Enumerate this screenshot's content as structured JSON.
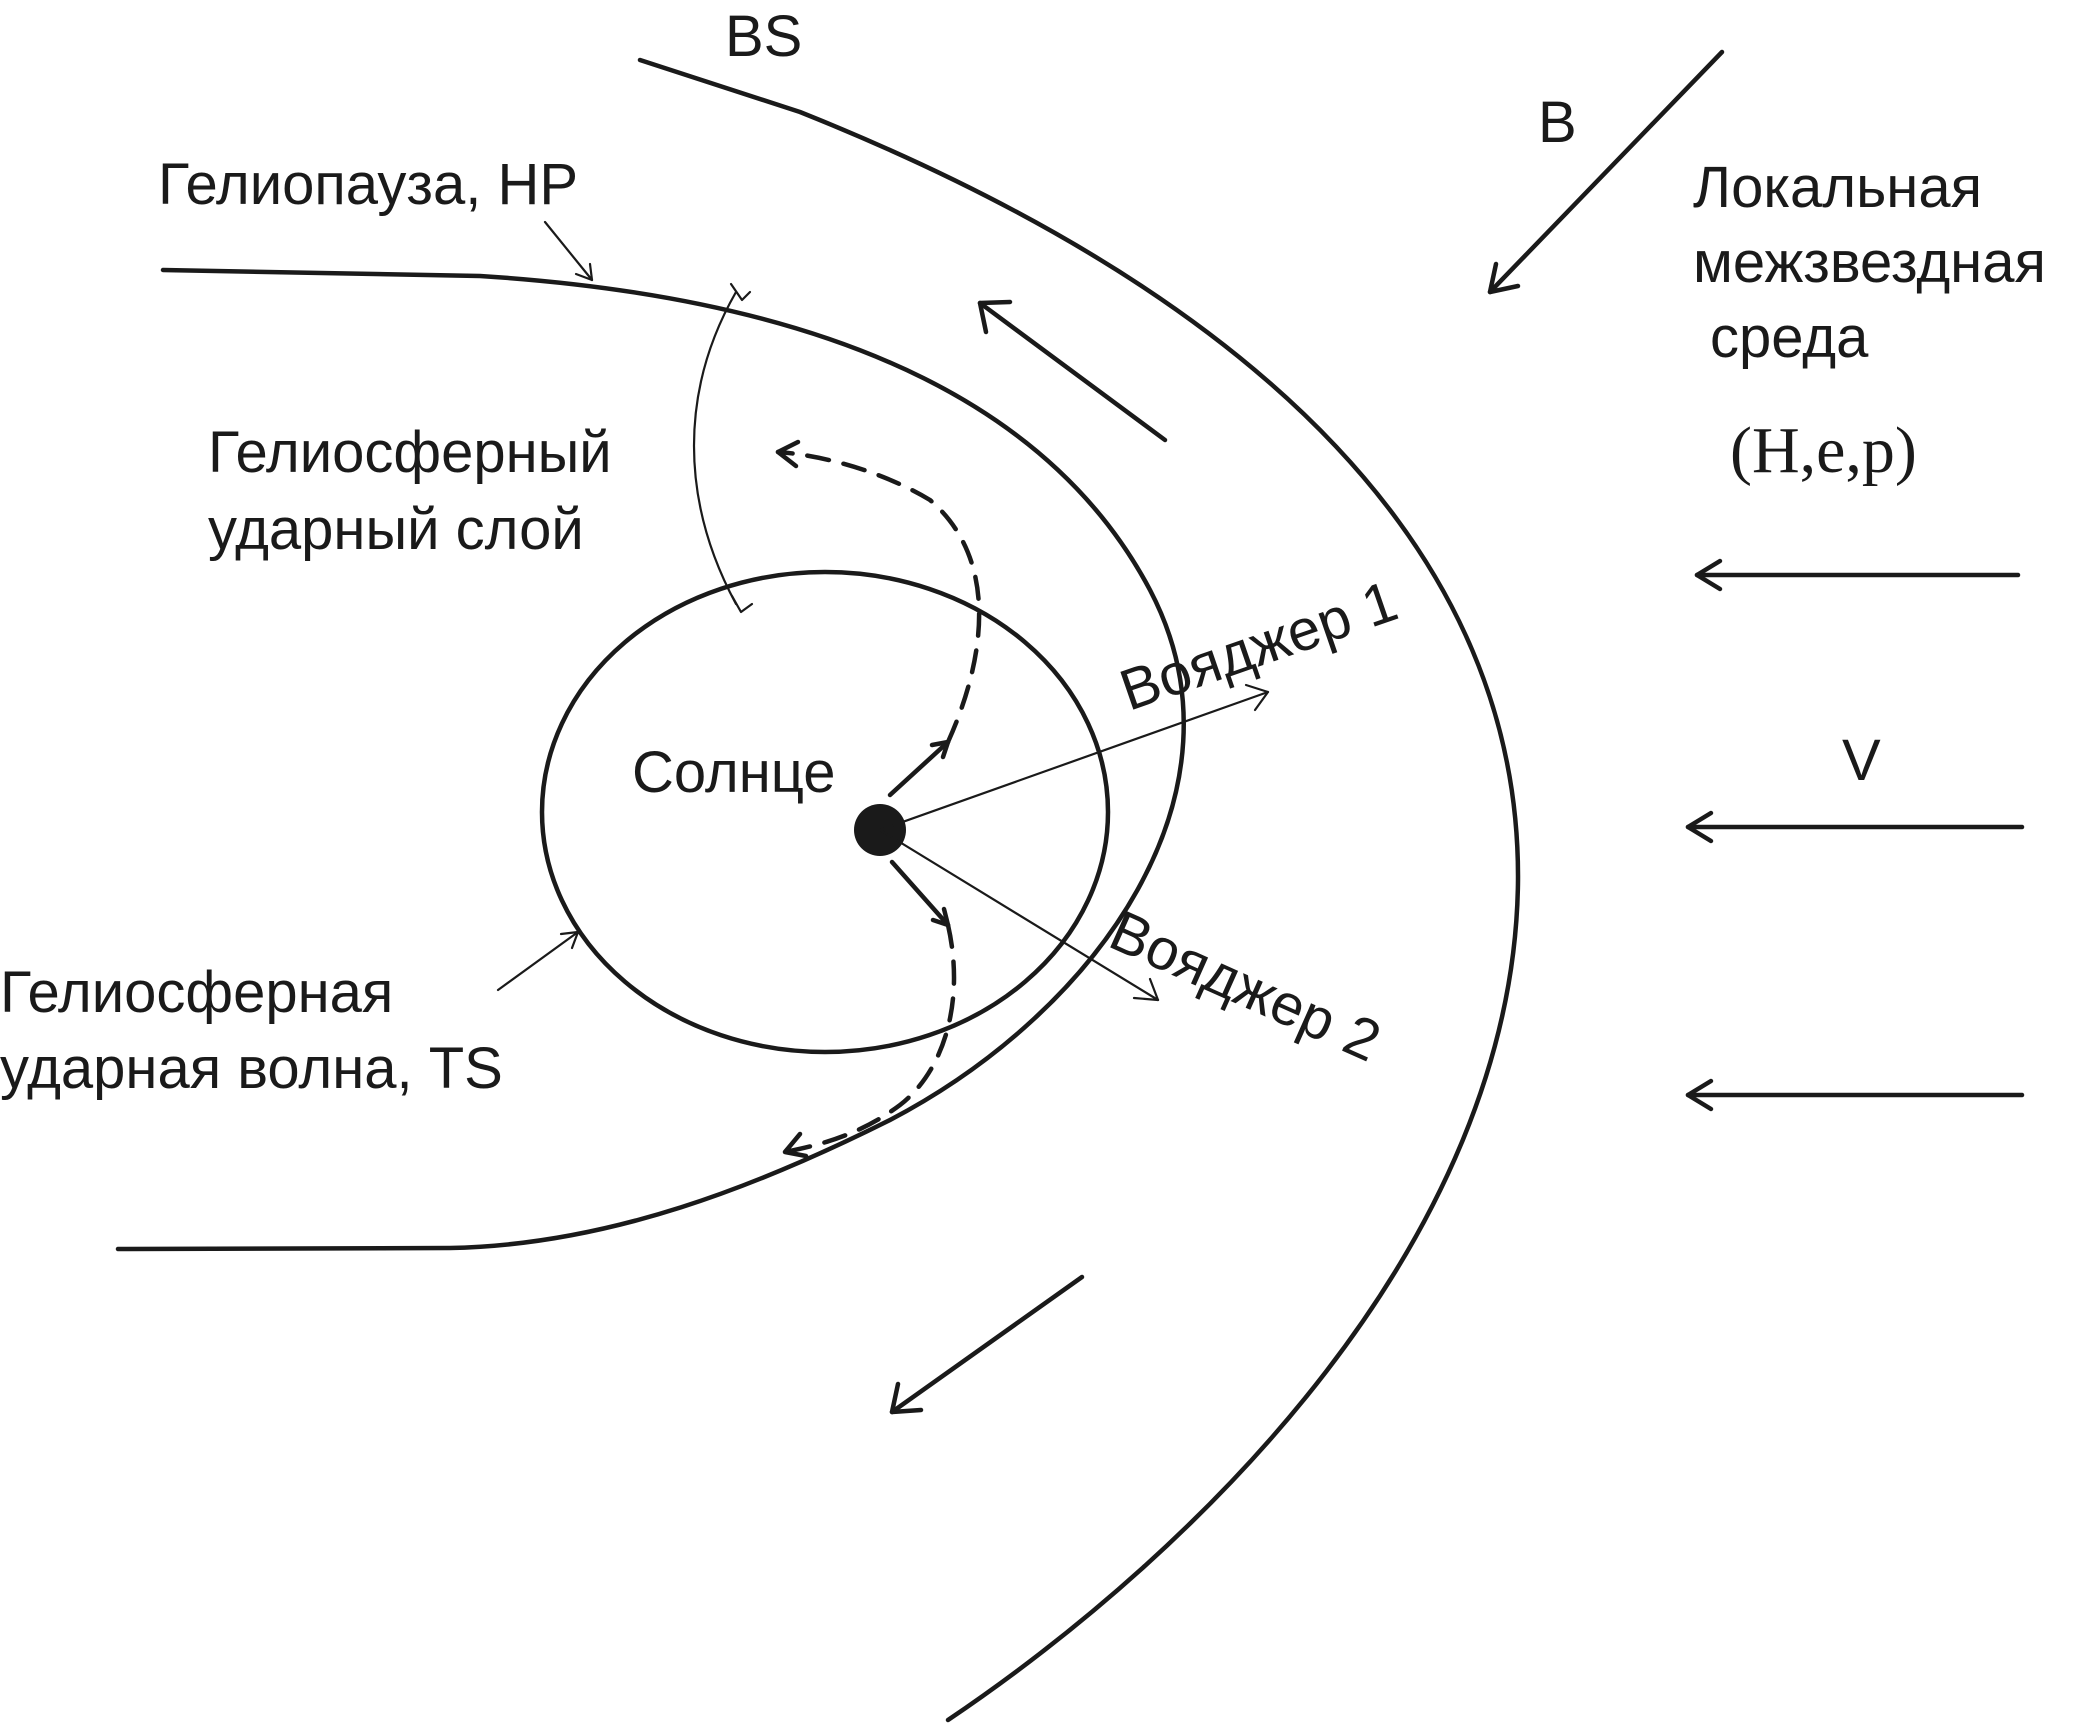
{
  "labels": {
    "bow_shock": "BS",
    "magnetic_field": "B",
    "lism_line1": "Локальная",
    "lism_line2": "межзвездная",
    "lism_line3": "среда",
    "lism_composition": "(H,e,p)",
    "flow_velocity": "V",
    "heliopause": "Гелиопауза, HP",
    "heliosheath_line1": "Гелиосферный",
    "heliosheath_line2": "ударный слой",
    "sun": "Солнце",
    "voyager1": "Вояджер 1",
    "voyager2": "Вояджер 2",
    "termination_shock_line1": "Гелиосферная",
    "termination_shock_line2": "ударная волна, TS"
  },
  "colors": {
    "ink": "#1a1a1a",
    "background": "#ffffff"
  }
}
